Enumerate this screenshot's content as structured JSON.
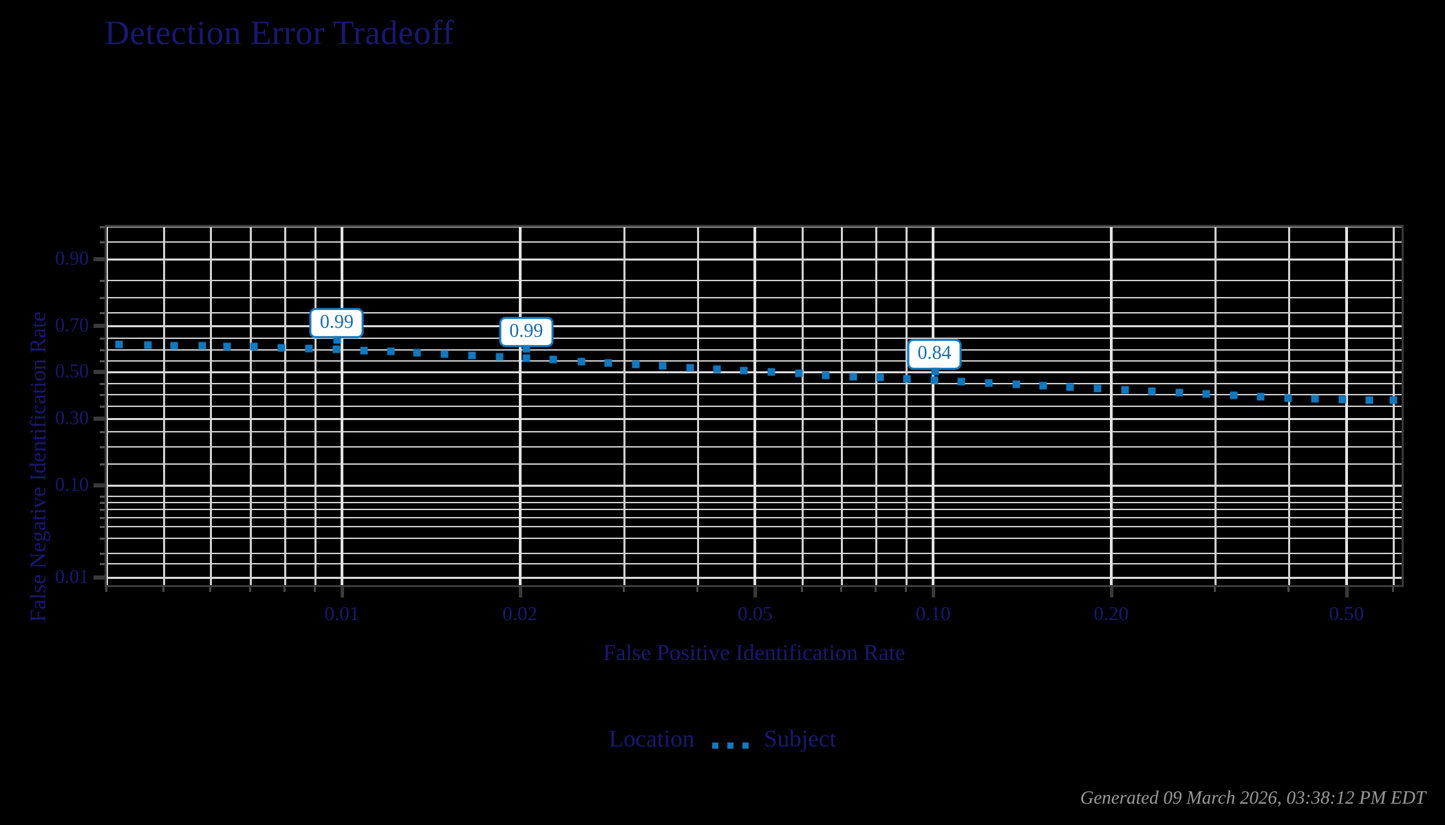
{
  "chart_data": {
    "type": "scatter",
    "title": "Detection Error Tradeoff",
    "xlabel": "False Positive Identification Rate",
    "ylabel": "False Negative Identification Rate",
    "xscale": "log",
    "yscale": "probit",
    "grid": true,
    "background": "#000000",
    "accent_color": "#1279be",
    "text_color": "#191970",
    "grid_color": "#d9d9d9",
    "xlim": [
      0.004,
      0.62
    ],
    "ylim": [
      0.008,
      0.95
    ],
    "xticks": [
      "0.01",
      "0.02",
      "0.05",
      "0.10",
      "0.20",
      "0.50"
    ],
    "xtick_values": [
      0.01,
      0.02,
      0.05,
      0.1,
      0.2,
      0.5
    ],
    "yticks": [
      "0.90",
      "0.70",
      "0.50",
      "0.30",
      "0.10",
      "0.01"
    ],
    "ytick_values": [
      0.9,
      0.7,
      0.5,
      0.3,
      0.1,
      0.01
    ],
    "legend": {
      "title": "Location",
      "position": "bottom",
      "entries": [
        {
          "label": "Subject",
          "marker": "dotted-square",
          "color": "#1279be"
        }
      ]
    },
    "series": [
      {
        "name": "Subject",
        "marker": "square",
        "linestyle": "dotted",
        "color": "#1279be",
        "points": [
          {
            "x": 0.0042,
            "y": 0.622
          },
          {
            "x": 0.0047,
            "y": 0.62
          },
          {
            "x": 0.0052,
            "y": 0.618
          },
          {
            "x": 0.0058,
            "y": 0.617
          },
          {
            "x": 0.0064,
            "y": 0.615
          },
          {
            "x": 0.0071,
            "y": 0.613
          },
          {
            "x": 0.0079,
            "y": 0.61
          },
          {
            "x": 0.0088,
            "y": 0.607
          },
          {
            "x": 0.0098,
            "y": 0.603
          },
          {
            "x": 0.0109,
            "y": 0.598
          },
          {
            "x": 0.0121,
            "y": 0.593
          },
          {
            "x": 0.0134,
            "y": 0.588
          },
          {
            "x": 0.0149,
            "y": 0.582
          },
          {
            "x": 0.0166,
            "y": 0.576
          },
          {
            "x": 0.0185,
            "y": 0.57
          },
          {
            "x": 0.0205,
            "y": 0.563
          },
          {
            "x": 0.0228,
            "y": 0.556
          },
          {
            "x": 0.0254,
            "y": 0.549
          },
          {
            "x": 0.0282,
            "y": 0.542
          },
          {
            "x": 0.0314,
            "y": 0.535
          },
          {
            "x": 0.0349,
            "y": 0.528
          },
          {
            "x": 0.0388,
            "y": 0.521
          },
          {
            "x": 0.0431,
            "y": 0.514
          },
          {
            "x": 0.0479,
            "y": 0.507
          },
          {
            "x": 0.0533,
            "y": 0.5
          },
          {
            "x": 0.0592,
            "y": 0.494
          },
          {
            "x": 0.0658,
            "y": 0.487
          },
          {
            "x": 0.0732,
            "y": 0.481
          },
          {
            "x": 0.0813,
            "y": 0.475
          },
          {
            "x": 0.0904,
            "y": 0.469
          },
          {
            "x": 0.1005,
            "y": 0.463
          },
          {
            "x": 0.1117,
            "y": 0.457
          },
          {
            "x": 0.1242,
            "y": 0.451
          },
          {
            "x": 0.1381,
            "y": 0.445
          },
          {
            "x": 0.1535,
            "y": 0.439
          },
          {
            "x": 0.1706,
            "y": 0.433
          },
          {
            "x": 0.1897,
            "y": 0.427
          },
          {
            "x": 0.2109,
            "y": 0.421
          },
          {
            "x": 0.2345,
            "y": 0.415
          },
          {
            "x": 0.2607,
            "y": 0.409
          },
          {
            "x": 0.2898,
            "y": 0.403
          },
          {
            "x": 0.3222,
            "y": 0.397
          },
          {
            "x": 0.3582,
            "y": 0.391
          },
          {
            "x": 0.3982,
            "y": 0.386
          },
          {
            "x": 0.4427,
            "y": 0.382
          },
          {
            "x": 0.4921,
            "y": 0.379
          },
          {
            "x": 0.5471,
            "y": 0.377
          },
          {
            "x": 0.6,
            "y": 0.375
          }
        ]
      }
    ],
    "annotations": [
      {
        "label": "0.99",
        "x": 0.0098,
        "y": 0.603
      },
      {
        "label": "0.99",
        "x": 0.0205,
        "y": 0.563
      },
      {
        "label": "0.84",
        "x": 0.1005,
        "y": 0.463
      }
    ]
  },
  "footer": {
    "generated": "Generated 09 March 2026, 03:38:12 PM EDT"
  }
}
